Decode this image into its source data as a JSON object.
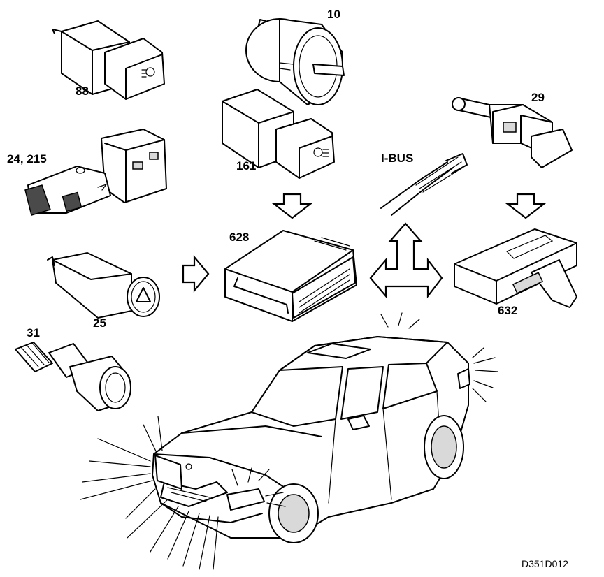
{
  "labels": {
    "p88": "88",
    "p10": "10",
    "p161": "161",
    "p29": "29",
    "p24": "24, 215",
    "ibus": "I-BUS",
    "p628": "628",
    "p632": "632",
    "p25": "25",
    "p31": "31",
    "code": "D351D012"
  }
}
